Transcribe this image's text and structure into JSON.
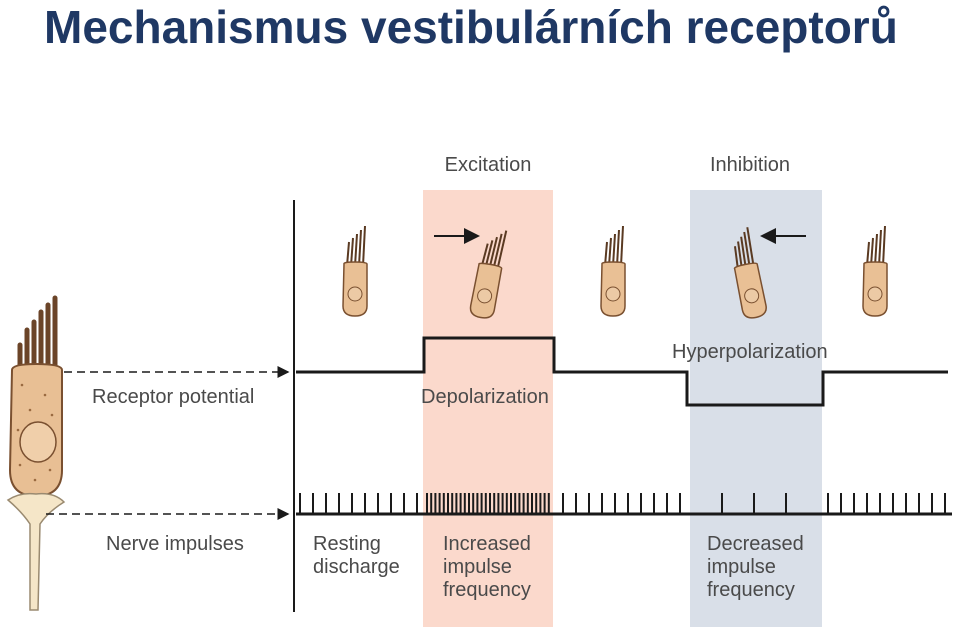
{
  "slide": {
    "title": "Mechanismus vestibulárních receptorů"
  },
  "figure": {
    "headers": {
      "excitation": "Excitation",
      "inhibition": "Inhibition"
    },
    "rows": {
      "receptor_potential": "Receptor potential",
      "nerve_impulses": "Nerve impulses"
    },
    "states": {
      "depolarization": "Depolarization",
      "hyperpolarization": "Hyperpolarization"
    },
    "discharge": {
      "resting": [
        "Resting",
        "discharge"
      ],
      "increased": [
        "Increased",
        "impulse",
        "frequency"
      ],
      "decreased": [
        "Decreased",
        "impulse",
        "frequency"
      ]
    },
    "colors": {
      "excitation_band": "#fbd9cc",
      "inhibition_band": "#d9dfe8",
      "title": "#1f3864",
      "cell": "#e9c095",
      "line": "#1a1a1a"
    }
  }
}
